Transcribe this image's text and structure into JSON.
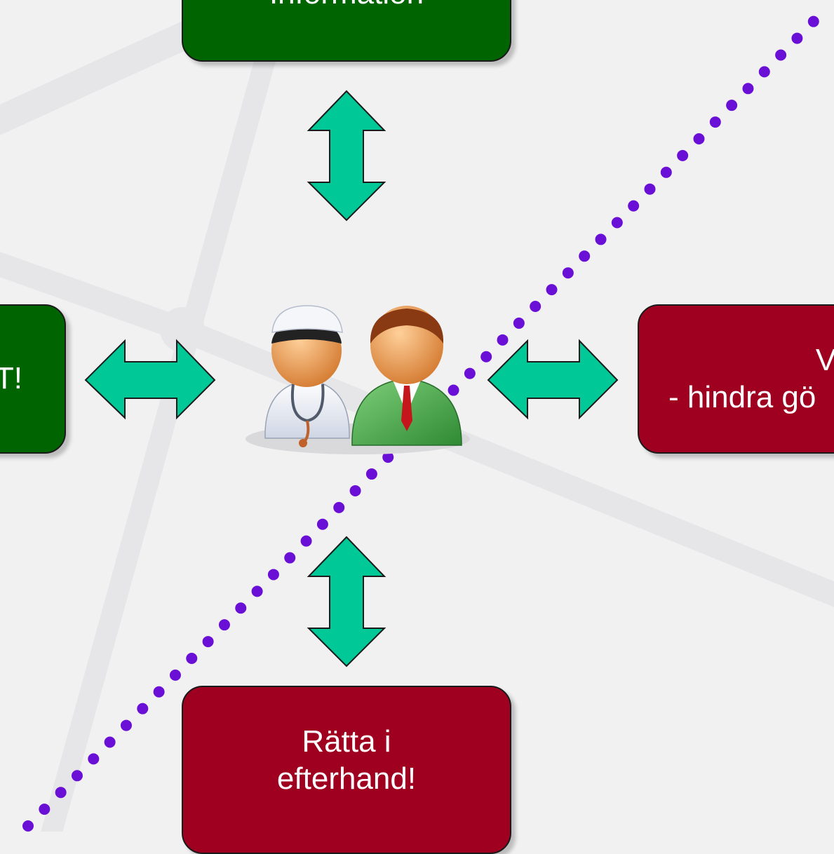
{
  "boxes": {
    "top": {
      "lines": [
        "Information"
      ],
      "color": "#006400"
    },
    "left": {
      "lines": [
        "T!"
      ],
      "color": "#006400"
    },
    "right": {
      "lines": [
        "Varna",
        "- hindra gö"
      ],
      "color": "#a00020"
    },
    "bottom": {
      "lines": [
        "Rätta i",
        "efterhand!"
      ],
      "color": "#a00020"
    }
  },
  "icons": {
    "center": "doctor-and-patient-icon",
    "arrows": "double-headed-arrow-icon"
  },
  "colors": {
    "arrow_fill": "#00c896",
    "dotted_line": "#6a0fd6",
    "background": "#f1f1f2"
  }
}
